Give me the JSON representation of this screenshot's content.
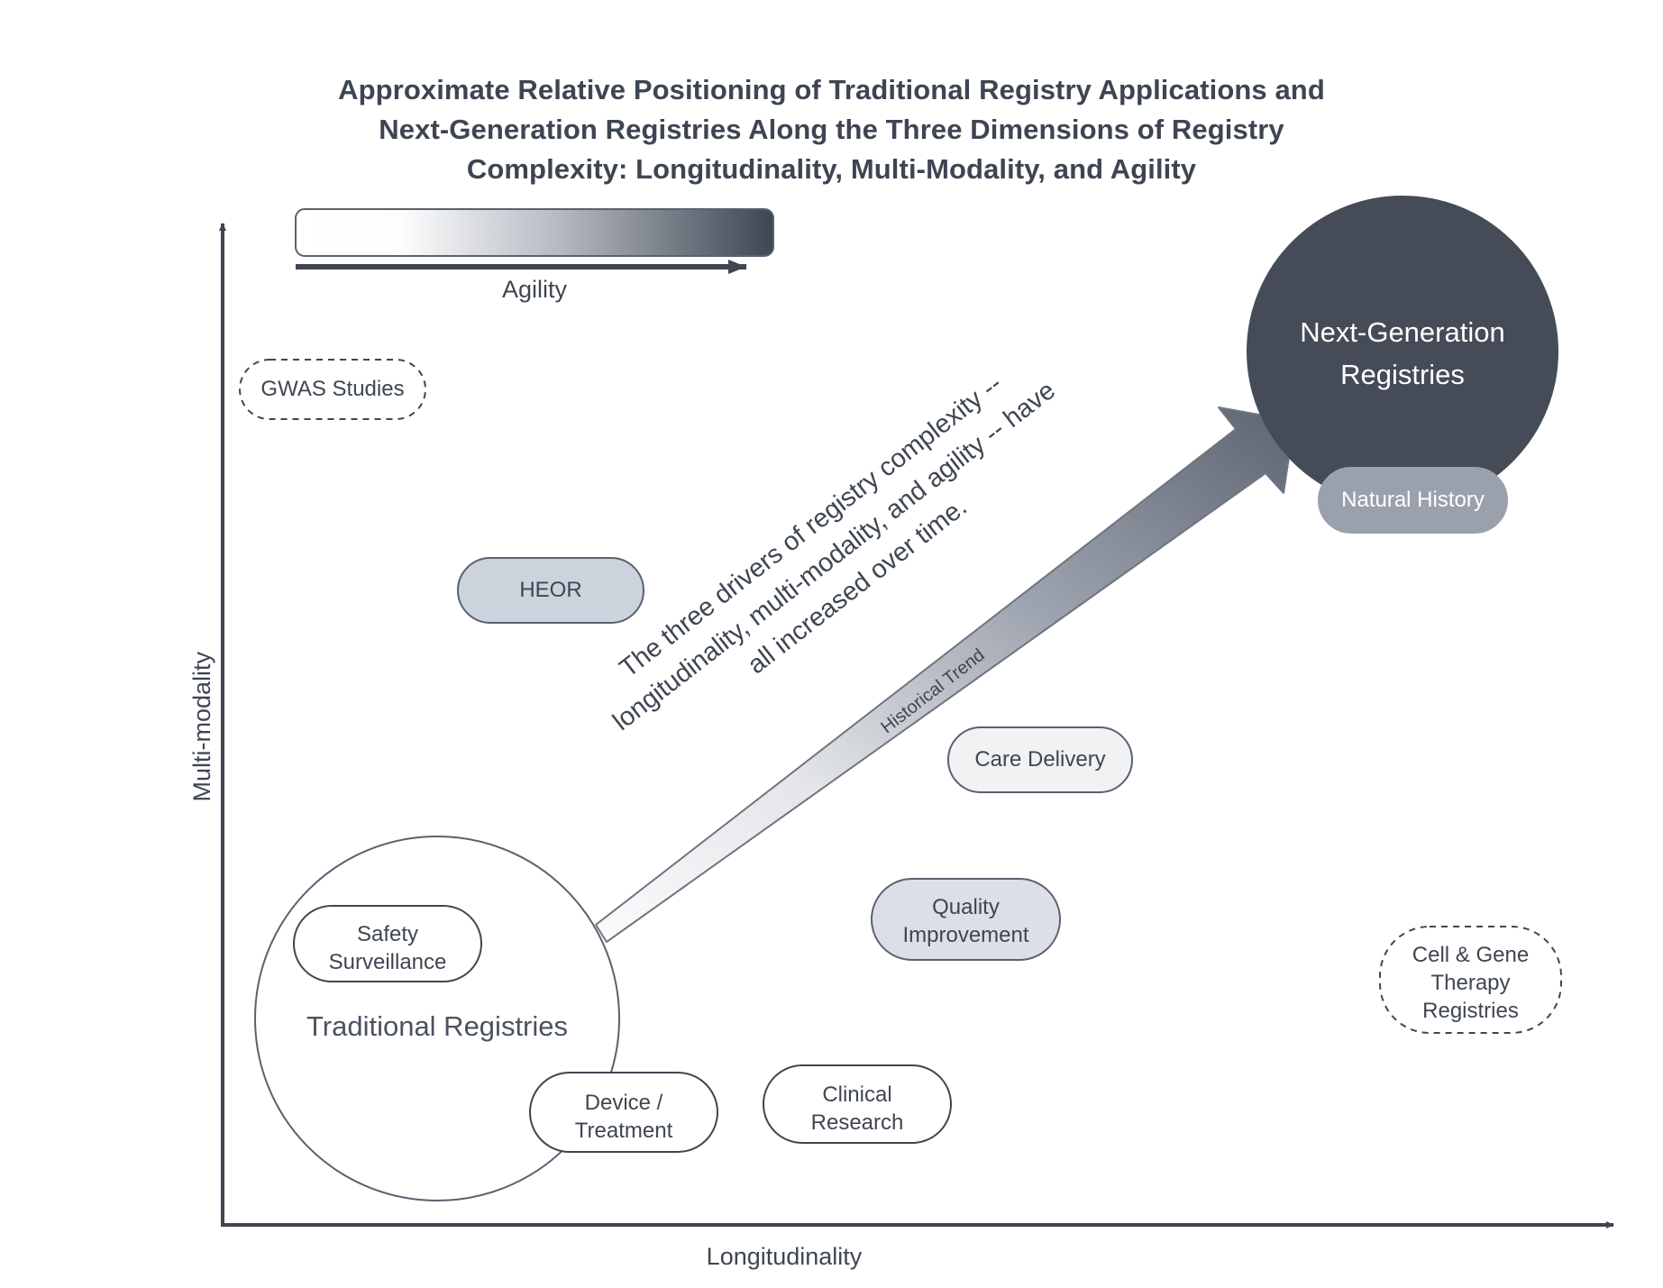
{
  "title": {
    "line1": "Approximate Relative Positioning of Traditional Registry Applications and",
    "line2": "Next-Generation Registries Along the Three Dimensions of Registry",
    "line3": "Complexity: Longitudinality, Multi-Modality, and Agility"
  },
  "axes": {
    "x_label": "Longitudinality",
    "y_label": "Multi-modality"
  },
  "legend": {
    "label": "Agility",
    "gradient_from": "#ffffff",
    "gradient_to": "#3f4652"
  },
  "clusters": [
    {
      "id": "traditional-registries",
      "label": "Traditional Registries",
      "fill": "#ffffff",
      "stroke": "#5a6170"
    },
    {
      "id": "next-generation-registries",
      "label": "Next-Generation Registries",
      "fill": "#454c58",
      "stroke": "#454c58",
      "text_color": "#ffffff"
    }
  ],
  "nodes": [
    {
      "id": "gwas-studies",
      "label": "GWAS Studies",
      "fill": "#ffffff",
      "border": "dashed"
    },
    {
      "id": "heor",
      "label": "HEOR",
      "fill": "#ccd3dc",
      "border": "solid"
    },
    {
      "id": "natural-history",
      "label": "Natural History",
      "fill": "#9aa1ad",
      "border": "solid",
      "text_color": "#ffffff"
    },
    {
      "id": "care-delivery",
      "label": "Care Delivery",
      "fill": "#f1f2f4",
      "border": "solid"
    },
    {
      "id": "quality-improvement",
      "label": "Quality\nImprovement",
      "fill": "#dce0e6",
      "border": "solid"
    },
    {
      "id": "cell-gene-therapy-registries",
      "label": "Cell & Gene\nTherapy\nRegistries",
      "fill": "#ffffff",
      "border": "dashed"
    },
    {
      "id": "safety-surveillance",
      "label": "Safety\nSurveillance",
      "fill": "#ffffff",
      "border": "solid"
    },
    {
      "id": "device-treatment",
      "label": "Device /\nTreatment",
      "fill": "#ffffff",
      "border": "solid"
    },
    {
      "id": "clinical-research",
      "label": "Clinical\nResearch",
      "fill": "#ffffff",
      "border": "solid"
    }
  ],
  "trend": {
    "arrow_label": "Historical Trend",
    "annotation_line1": "The three drivers of registry complexity --",
    "annotation_line2": "longitudinality, multi-modality, and agility -- have",
    "annotation_line3": "all increased over time."
  },
  "chart_data": {
    "type": "scatter",
    "title": "Approximate Relative Positioning of Traditional Registry Applications and Next-Generation Registries Along the Three Dimensions of Registry Complexity: Longitudinality, Multi-Modality, and Agility",
    "xlabel": "Longitudinality",
    "ylabel": "Multi-modality",
    "third_dimension": "Agility (encoded as fill darkness, light = low agility, dark = high agility)",
    "grid": false,
    "legend_position": "top-left",
    "points": [
      {
        "label": "GWAS Studies",
        "x": 0.05,
        "y": 0.8,
        "agility": 0.02
      },
      {
        "label": "HEOR",
        "x": 0.21,
        "y": 0.63,
        "agility": 0.45
      },
      {
        "label": "Traditional Registries",
        "x": 0.13,
        "y": 0.16,
        "agility": 0.0
      },
      {
        "label": "Safety Surveillance",
        "x": 0.1,
        "y": 0.23,
        "agility": 0.0
      },
      {
        "label": "Device / Treatment",
        "x": 0.24,
        "y": 0.1,
        "agility": 0.0
      },
      {
        "label": "Clinical Research",
        "x": 0.38,
        "y": 0.11,
        "agility": 0.0
      },
      {
        "label": "Quality Improvement",
        "x": 0.45,
        "y": 0.25,
        "agility": 0.55
      },
      {
        "label": "Care Delivery",
        "x": 0.51,
        "y": 0.38,
        "agility": 0.2
      },
      {
        "label": "Cell & Gene Therapy Registries",
        "x": 0.83,
        "y": 0.2,
        "agility": 0.02
      },
      {
        "label": "Natural History",
        "x": 0.79,
        "y": 0.73,
        "agility": 0.7
      },
      {
        "label": "Next-Generation Registries",
        "x": 0.81,
        "y": 0.88,
        "agility": 1.0
      }
    ],
    "annotations": [
      "The three drivers of registry complexity -- longitudinality, multi-modality, and agility -- have all increased over time.",
      "Historical Trend"
    ]
  }
}
